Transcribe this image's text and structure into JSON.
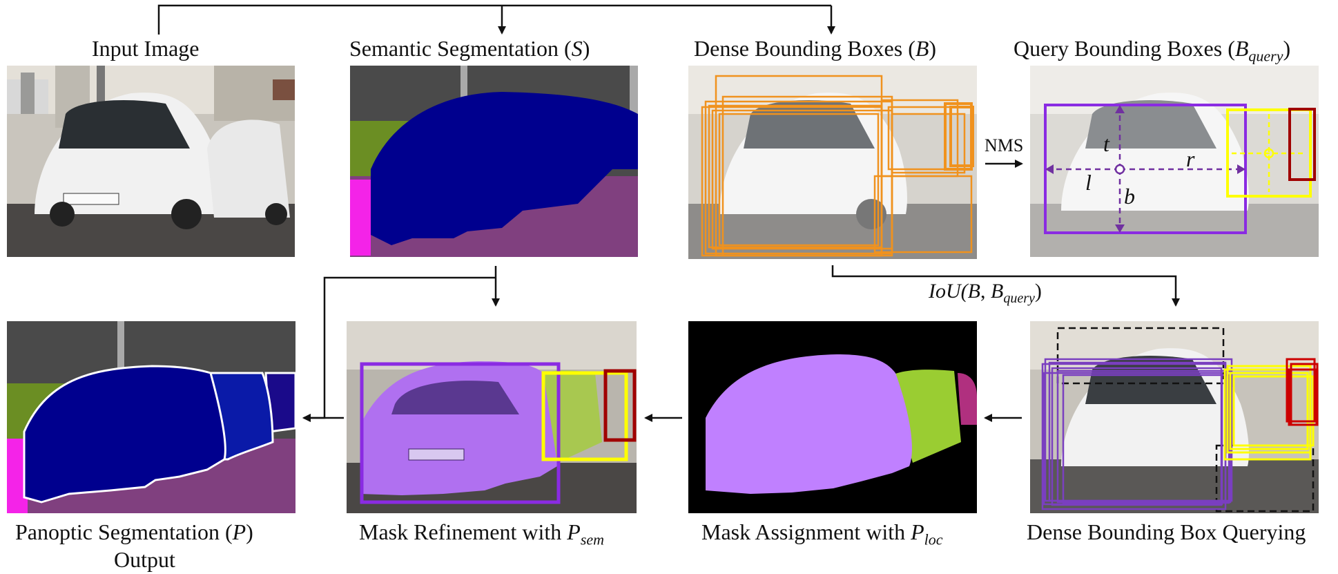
{
  "top_row": {
    "input_title": "Input Image",
    "semantic_title": "Semantic Segmentation (",
    "semantic_symbol": "S",
    "dense_title": "Dense Bounding Boxes (",
    "dense_symbol": "B",
    "query_title": "Query Bounding Boxes (",
    "query_symbol": "B",
    "query_subscript": "query"
  },
  "bottom_row": {
    "panoptic_title_line1": "Panoptic Segmentation (",
    "panoptic_symbol": "P",
    "panoptic_title_line2": "Output",
    "refine_title": "Mask Refinement with ",
    "refine_symbol": "P",
    "refine_subscript": "sem",
    "assign_title": "Mask Assignment with ",
    "assign_symbol": "P",
    "assign_subscript": "loc",
    "query_title": "Dense Bounding Box Querying"
  },
  "connectors": {
    "nms_label": "NMS",
    "iou_label": "IoU(",
    "iou_b": "B",
    "iou_bq": "B",
    "iou_sub": "query"
  },
  "query_panel": {
    "t_label": "t",
    "r_label": "r",
    "l_label": "l",
    "b_label": "b"
  },
  "colors": {
    "sky": "#4a4a4a",
    "vegetation": "#6b8e23",
    "car": "#00008e",
    "road": "#80407f",
    "sidewalk": "#f423e8",
    "orange_box": "#f0921e",
    "purple_box": "#8a2be2",
    "yellow_box": "#ffff00",
    "red_box": "#a00000",
    "mask_purple": "#c080ff",
    "mask_green": "#9acd32"
  }
}
